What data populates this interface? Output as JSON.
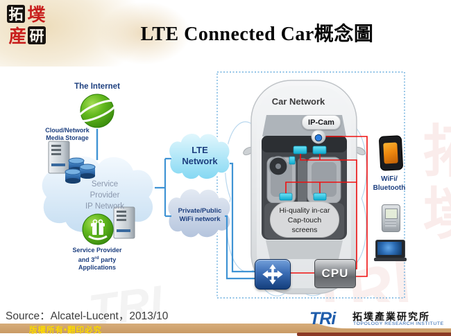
{
  "header": {
    "title": "LTE Connected Car概念圖",
    "seal": {
      "tl": "拓",
      "tr": "墣",
      "bl": "産",
      "br": "研"
    }
  },
  "network": {
    "internet_label": "The Internet",
    "media_storage_line1": "Cloud/Network",
    "media_storage_line2": "Media Storage",
    "sp_cloud_line1": "Service",
    "sp_cloud_line2": "Provider",
    "sp_cloud_line3": "IP Network",
    "apps_line1": "Service Provider",
    "apps_line2_pre": "and 3",
    "apps_line2_sup": "rd",
    "apps_line2_post": " party",
    "apps_line3": "Applications",
    "lte_line1": "LTE",
    "lte_line2": "Network",
    "wifi_line1": "Private/Public",
    "wifi_line2": "WiFi network"
  },
  "car": {
    "car_network_label": "Car Network",
    "ipcam_label": "IP-Cam",
    "screens_line1": "Hi-quality in-car",
    "screens_line2": "Cap-touch",
    "screens_line3": "screens",
    "cpu_label": "CPU",
    "wifi_bt_line1": "WiFi/",
    "wifi_bt_line2": "Bluetooth"
  },
  "footer": {
    "source": "Source：Alcatel-Lucent，2013/10",
    "copyright": "版權所有•翻印必究",
    "logo_acronym": "TRi",
    "logo_chinese": "拓墣產業研究所",
    "logo_english": "TOPOLOGY RESEARCH INSTITUTE"
  },
  "decor": {
    "watermark_cjk": "拓墣",
    "watermark_tri": "TRI"
  },
  "colors": {
    "label_navy": "#1d3f7f",
    "sp_cloud_text": "#8a97ad",
    "line_blue": "#3f93d4",
    "line_red": "#f01010",
    "dashed_border": "#6fb0df",
    "lte_cloud": "#8edcf5",
    "wifi_cloud": "#b9c8e0",
    "footer_band": "#c99a64",
    "footer_text": "#ffd900",
    "tri_blue": "#1e5cab",
    "seal_red": "#c8201e",
    "maroon_line": "#8c3a26"
  }
}
